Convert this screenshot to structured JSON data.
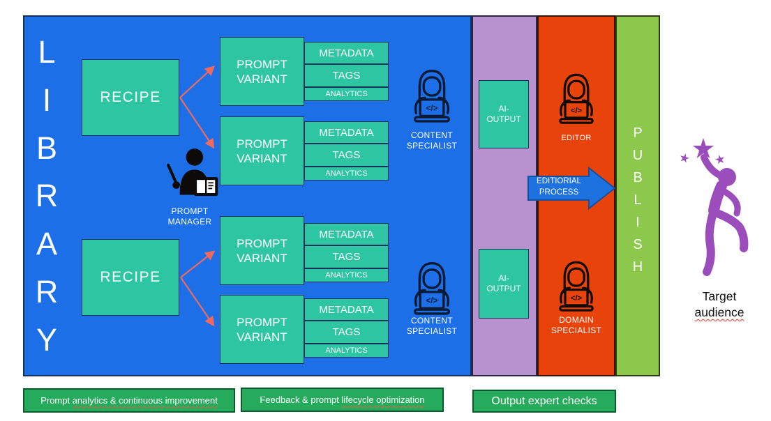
{
  "colors": {
    "library_blue": "#1d6fe8",
    "teal_box": "#2dc5a2",
    "ai_column_purple": "#b892cf",
    "editorial_red": "#e8430a",
    "publish_green": "#8cc84b",
    "note_green": "#26ab5d",
    "connector_salmon": "#ee6a5f",
    "process_arrow_blue": "#1e72df",
    "audience_purple": "#9b4dbb"
  },
  "library": {
    "letters": [
      "L",
      "I",
      "B",
      "R",
      "A",
      "R",
      "Y"
    ],
    "recipe_1": "RECIPE",
    "recipe_2": "RECIPE",
    "variant": {
      "line1": "PROMPT",
      "line2": "VARIANT"
    },
    "meta_rows": {
      "metadata": "METADATA",
      "tags": "TAGS",
      "analytics": "ANALYTICS"
    },
    "prompt_manager": {
      "line1": "PROMPT",
      "line2": "MANAGER"
    },
    "content_specialist_1": {
      "line1": "CONTENT",
      "line2": "SPECIALIST"
    },
    "content_specialist_2": {
      "line1": "CONTENT",
      "line2": "SPECIALIST"
    },
    "laptop_glyph": "</>"
  },
  "ai_column": {
    "output_1": {
      "line1": "AI-",
      "line2": "OUTPUT"
    },
    "output_2": {
      "line1": "AI-",
      "line2": "OUTPUT"
    }
  },
  "editorial": {
    "editor_label": "EDITOR",
    "domain_specialist": {
      "line1": "DOMAIN",
      "line2": "SPECIALIST"
    },
    "process_arrow": {
      "line1": "EDITIORIAL",
      "line2": "PROCESS"
    }
  },
  "publish": {
    "letters": [
      "P",
      "U",
      "B",
      "L",
      "I",
      "S",
      "H"
    ]
  },
  "audience": {
    "line1": "Target",
    "line2": "audience"
  },
  "notes": {
    "note1_prefix": "Prompt ",
    "note1_underlined": "analytics & continuous improvement",
    "note2_prefix": "Feedback & prompt ",
    "note2_underlined": "lifecycle optimization",
    "note3": "Output expert checks"
  }
}
